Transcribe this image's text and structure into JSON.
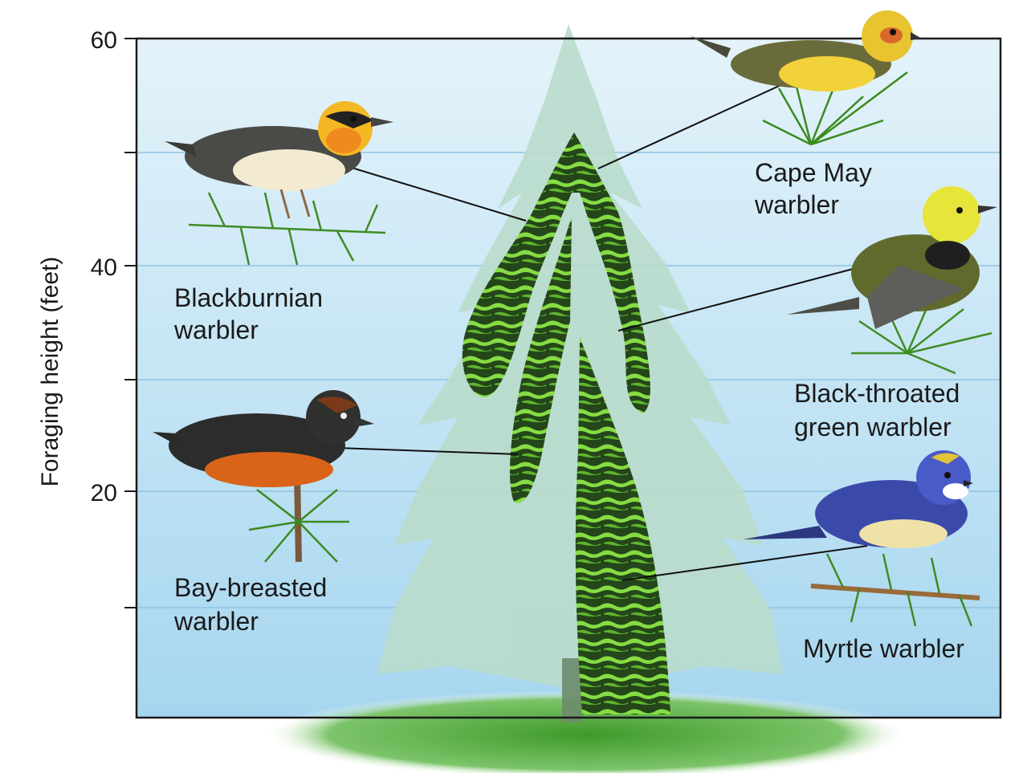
{
  "axis": {
    "title": "Foraging height (feet)",
    "ticks": [
      {
        "value": 60,
        "label": "60"
      },
      {
        "value": 40,
        "label": "40"
      },
      {
        "value": 20,
        "label": "20"
      }
    ],
    "ylim": [
      0,
      60
    ],
    "minor_ticks": [
      10,
      30,
      50
    ]
  },
  "labels": {
    "cape_may": [
      "Cape May",
      "warbler"
    ],
    "blackburnian": [
      "Blackburnian",
      "warbler"
    ],
    "black_throated_green": [
      "Black-throated",
      "green warbler"
    ],
    "bay_breasted": [
      "Bay-breasted",
      "warbler"
    ],
    "myrtle": [
      "Myrtle warbler"
    ]
  },
  "colors": {
    "sky_top": "#d6edf8",
    "sky_bottom": "#a8d8f0",
    "zone_dark": "#1f3a12",
    "zone_light": "#8be04a",
    "tree_pale": "#b9dccb",
    "grass": "#3f9a2a"
  }
}
